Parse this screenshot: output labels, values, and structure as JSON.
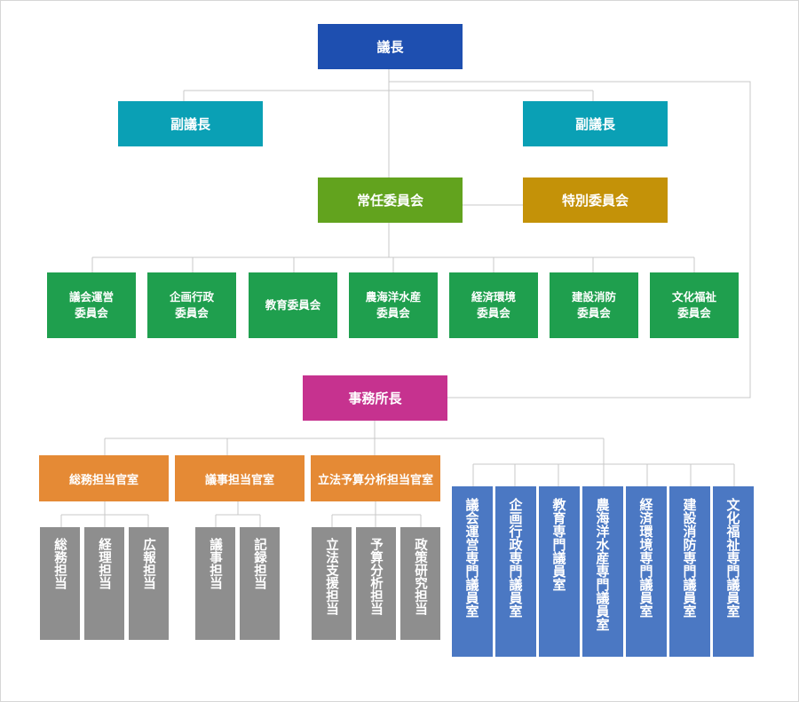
{
  "colors": {
    "chair": "#1e4fb0",
    "vice": "#0aa0b5",
    "standing": "#62a31e",
    "special": "#c49208",
    "committee": "#1f9f4e",
    "director": "#c6328f",
    "office": "#e58a35",
    "unit": "#8e8e8e",
    "expert": "#4b78c3",
    "line": "#c8c8c8"
  },
  "chair": "議長",
  "vice_left": "副議長",
  "vice_right": "副議長",
  "standing_committee": "常任委員会",
  "special_committee": "特別委員会",
  "committees": [
    "議会運営\n委員会",
    "企画行政\n委員会",
    "教育委員会",
    "農海洋水産\n委員会",
    "経済環境\n委員会",
    "建設消防\n委員会",
    "文化福祉\n委員会"
  ],
  "director": "事務所長",
  "offices": [
    "総務担当官室",
    "議事担当官室",
    "立法予算分析担当官室"
  ],
  "units": [
    "総務担当",
    "経理担当",
    "広報担当",
    "議事担当",
    "記録担当",
    "立法支援担当",
    "予算分析担当",
    "政策研究担当"
  ],
  "experts": [
    "議会運営専門議員室",
    "企画行政専門議員室",
    "教育専門議員室",
    "農海洋水産専門議員室",
    "経済環境専門議員室",
    "建設消防専門議員室",
    "文化福祉専門議員室"
  ]
}
